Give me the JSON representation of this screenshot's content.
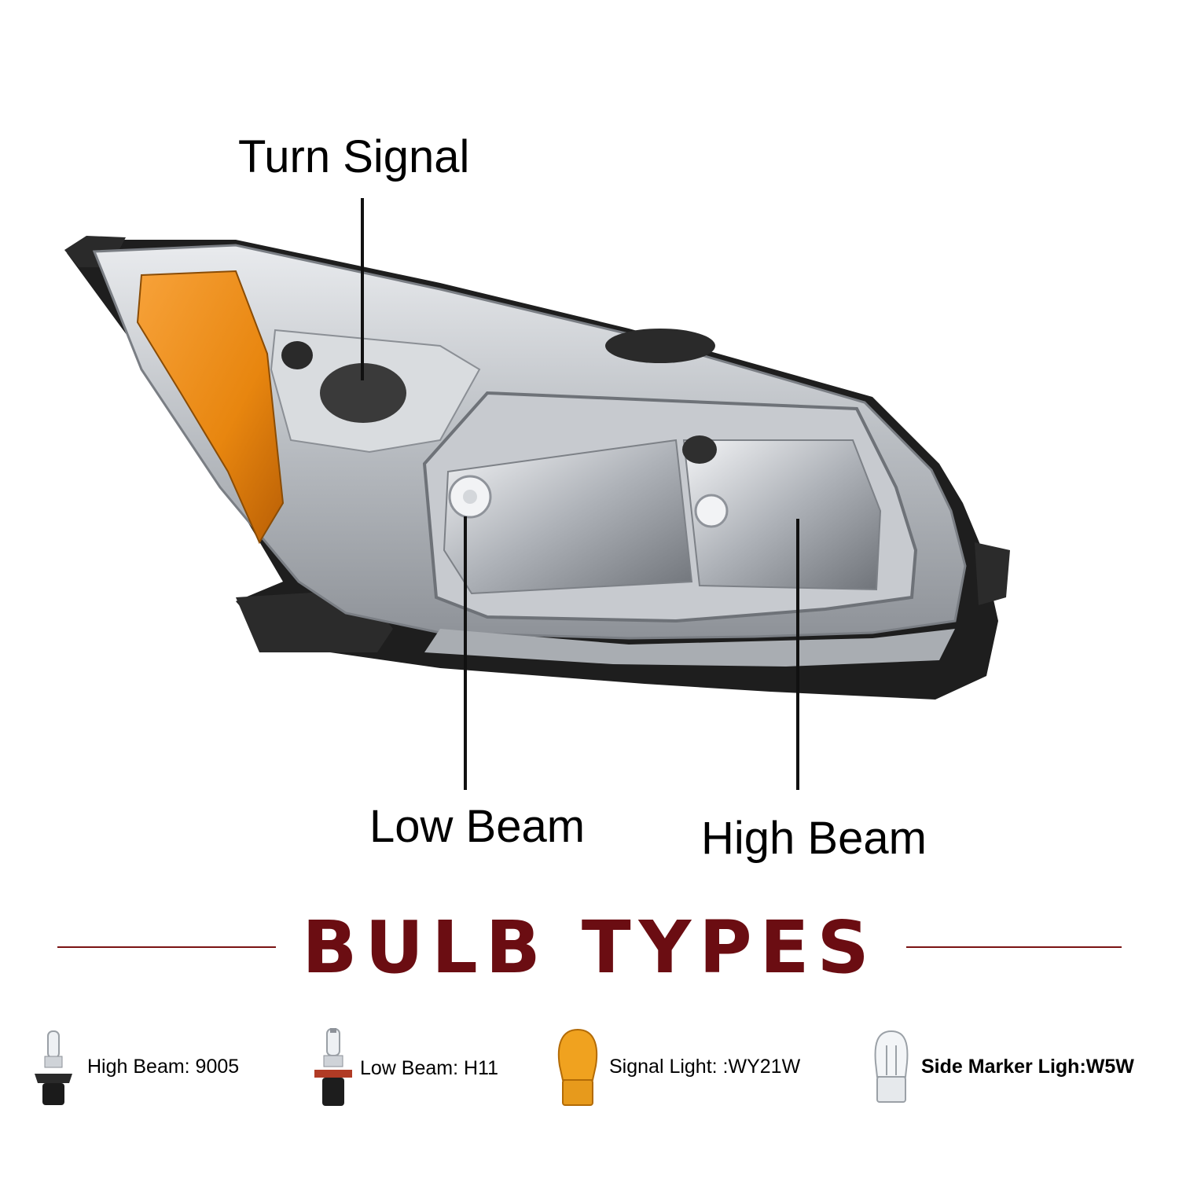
{
  "callouts": {
    "turn_signal": "Turn Signal",
    "low_beam": "Low Beam",
    "high_beam": "High Beam"
  },
  "bulb_section": {
    "title": "BULB TYPES",
    "items": [
      {
        "label": "High Beam:  9005",
        "icon": "halogen-bulb-9005-icon"
      },
      {
        "label": "Low Beam:  H11",
        "icon": "halogen-bulb-h11-icon"
      },
      {
        "label": "Signal Light: :WY21W",
        "icon": "amber-wedge-bulb-icon"
      },
      {
        "label": "Side Marker Ligh:W5W",
        "icon": "clear-wedge-bulb-icon"
      }
    ]
  },
  "colors": {
    "title_red": "#6b0d12",
    "rule_red": "#7a1313",
    "amber": "#e8860f",
    "chrome": "#c9ccd0",
    "housing": "#1e1e1e"
  }
}
